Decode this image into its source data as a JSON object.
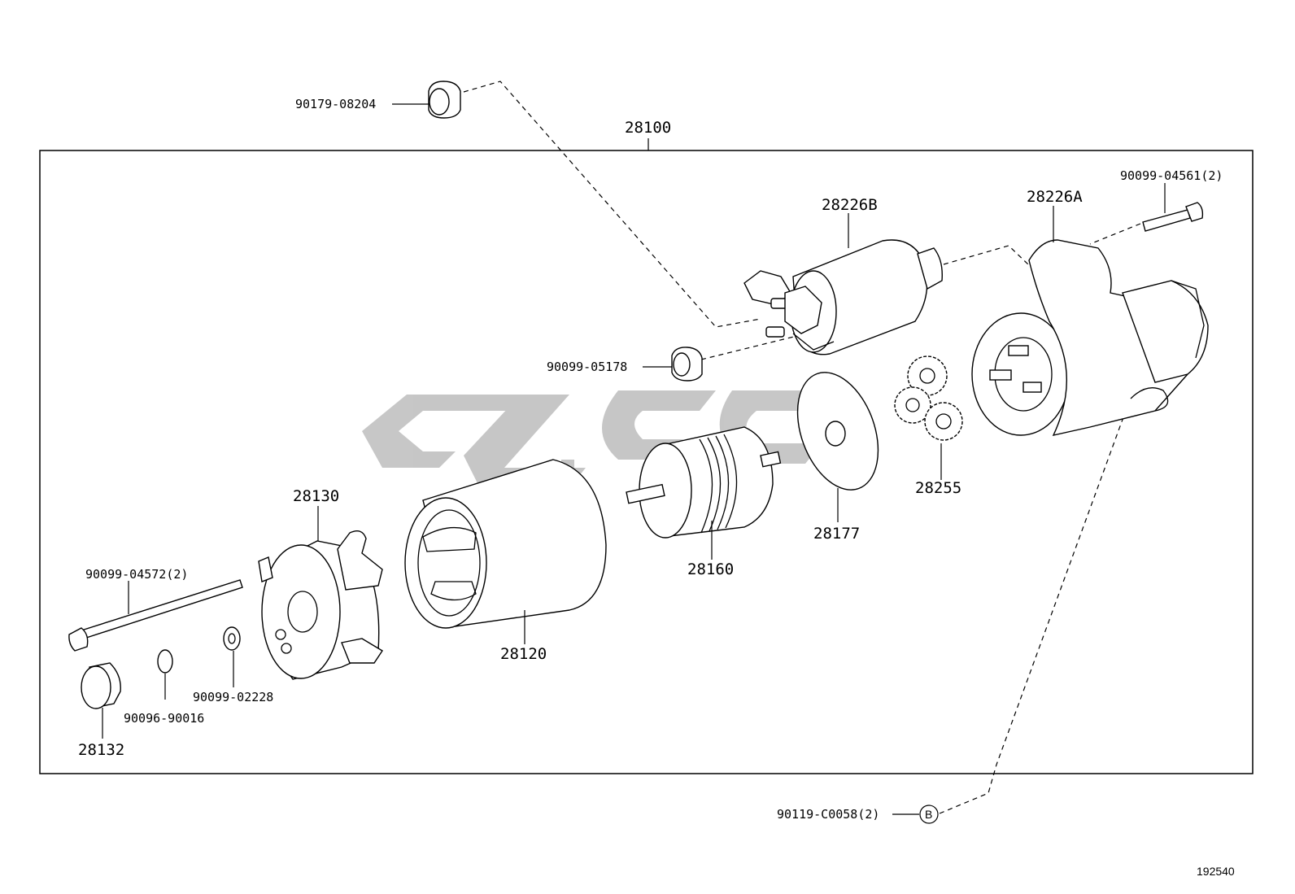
{
  "assembly": {
    "number": "28100"
  },
  "parts": {
    "p90179_08204": "90179-08204",
    "p28226B": "28226B",
    "p28226A": "28226A",
    "p90099_04561": "90099-04561(2)",
    "p90099_05178": "90099-05178",
    "p28255": "28255",
    "p28177": "28177",
    "p28160": "28160",
    "p28130": "28130",
    "p28120": "28120",
    "p90099_04572": "90099-04572(2)",
    "p90099_02228": "90099-02228",
    "p90096_90016": "90096-90016",
    "p28132": "28132",
    "p90119_C0058": "90119-C0058(2)"
  },
  "callout": {
    "letter": "B"
  },
  "reference_number": "192540",
  "colors": {
    "line": "#000000",
    "watermark": "#bdbdbd",
    "background": "#ffffff"
  }
}
